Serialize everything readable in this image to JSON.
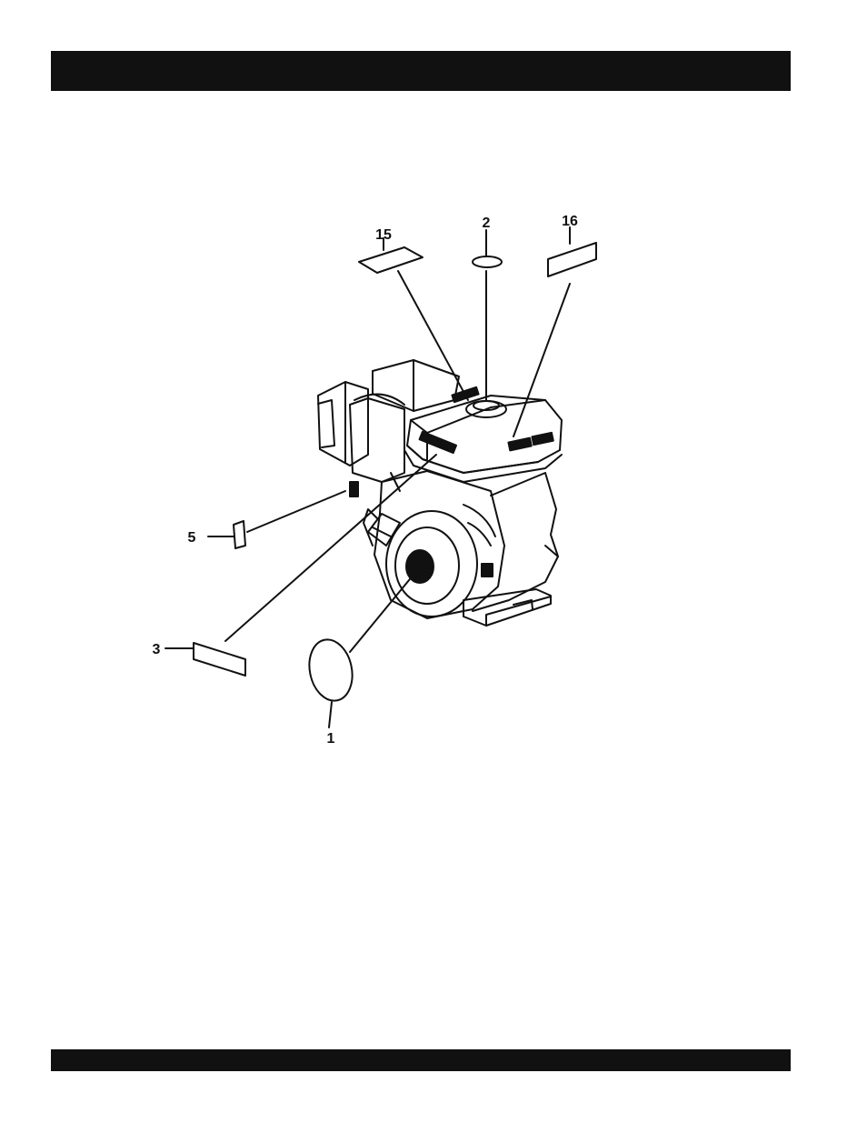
{
  "callouts": {
    "c1": "1",
    "c2": "2",
    "c3": "3",
    "c5": "5",
    "c15": "15",
    "c16": "16"
  },
  "icons": {
    "engine": "engine-illustration",
    "decal": "decal-label-icon",
    "cap_gasket": "oval-gasket-icon",
    "recoil_emblem": "round-emblem-icon"
  }
}
